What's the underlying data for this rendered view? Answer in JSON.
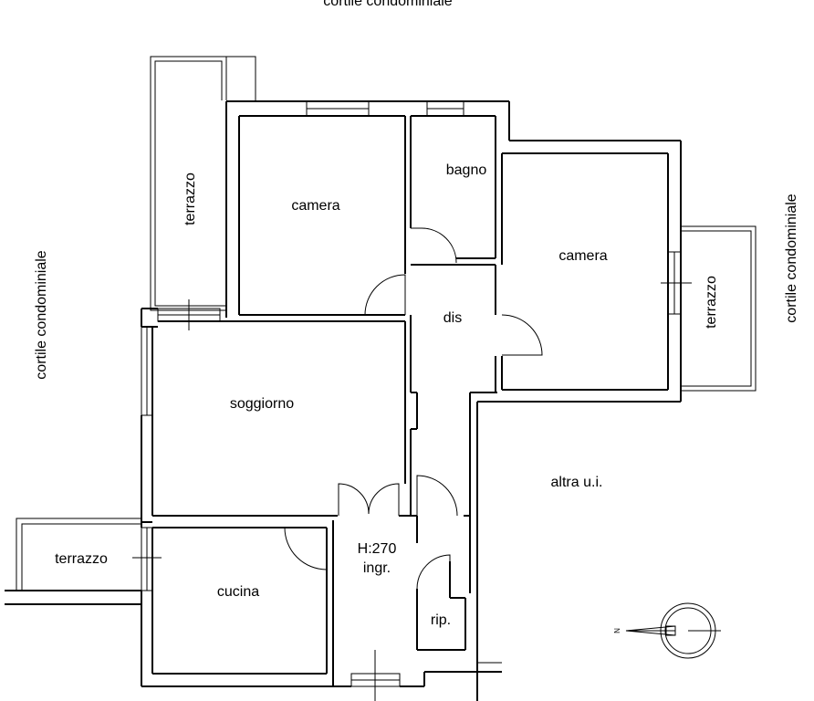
{
  "surroundings": {
    "top": "cortile condominiale",
    "left": "cortile condominiale",
    "right": "cortile condominiale",
    "neighbor": "altra u.i."
  },
  "rooms": {
    "camera_left": "camera",
    "bagno": "bagno",
    "camera_right": "camera",
    "dis": "dis",
    "soggiorno": "soggiorno",
    "cucina": "cucina",
    "ingresso": "ingr.",
    "ripostiglio": "rip."
  },
  "terraces": {
    "top_left": "terrazzo",
    "right": "terrazzo",
    "bottom_left": "terrazzo"
  },
  "ceiling_height": "H:270",
  "compass": {
    "north_label": "N"
  }
}
